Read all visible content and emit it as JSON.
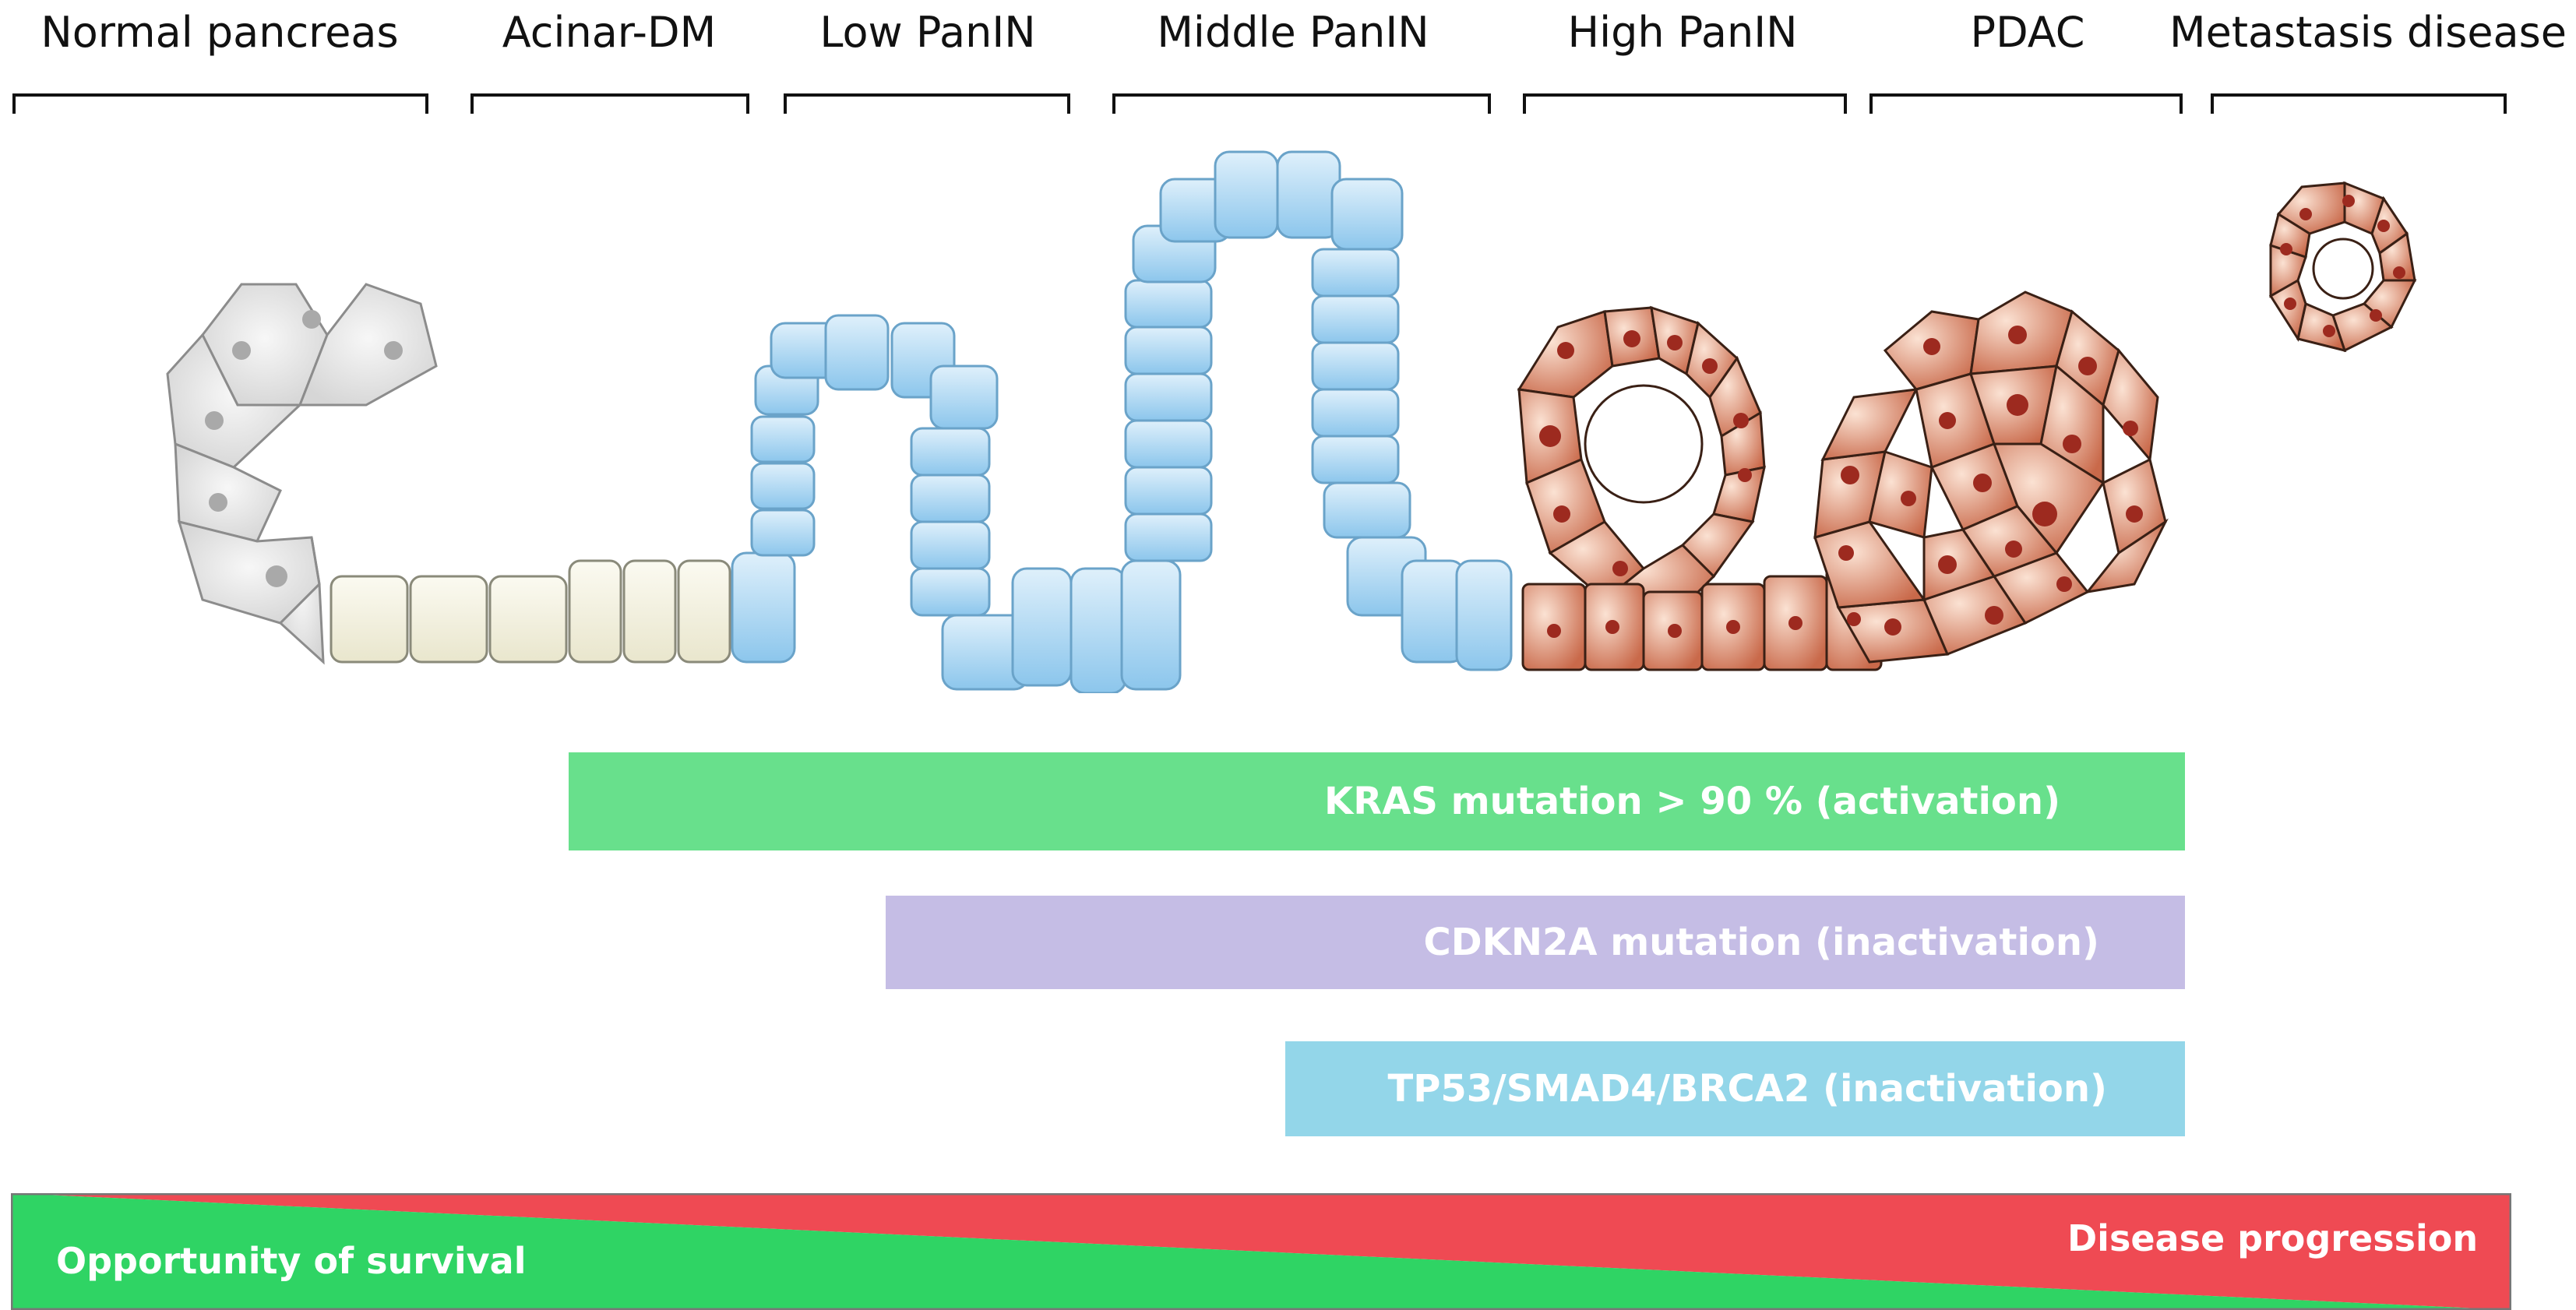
{
  "stages": [
    {
      "label": "Normal pancreas"
    },
    {
      "label": "Acinar-DM"
    },
    {
      "label": "Low PanIN"
    },
    {
      "label": "Middle PanIN"
    },
    {
      "label": "High PanIN"
    },
    {
      "label": "PDAC"
    },
    {
      "label": "Metastasis disease"
    }
  ],
  "mutations": [
    {
      "label": "KRAS mutation > 90 % (activation)",
      "color": "#68e08c"
    },
    {
      "label": "CDKN2A mutation (inactivation)",
      "color": "#c5bde5"
    },
    {
      "label": "TP53/SMAD4/BRCA2 (inactivation)",
      "color": "#93d6e9"
    }
  ],
  "progression": {
    "left_label": "Opportunity of survival",
    "right_label": "Disease progression",
    "left_color": "#2fd464",
    "right_color": "#ef4a53"
  },
  "cell_colors": {
    "normal": "#e3e3e3",
    "acinar": "#f3f1e2",
    "panin": "#b9dcf3",
    "cancer": "#dc8a6a",
    "nucleus": "#9d2a1f"
  }
}
